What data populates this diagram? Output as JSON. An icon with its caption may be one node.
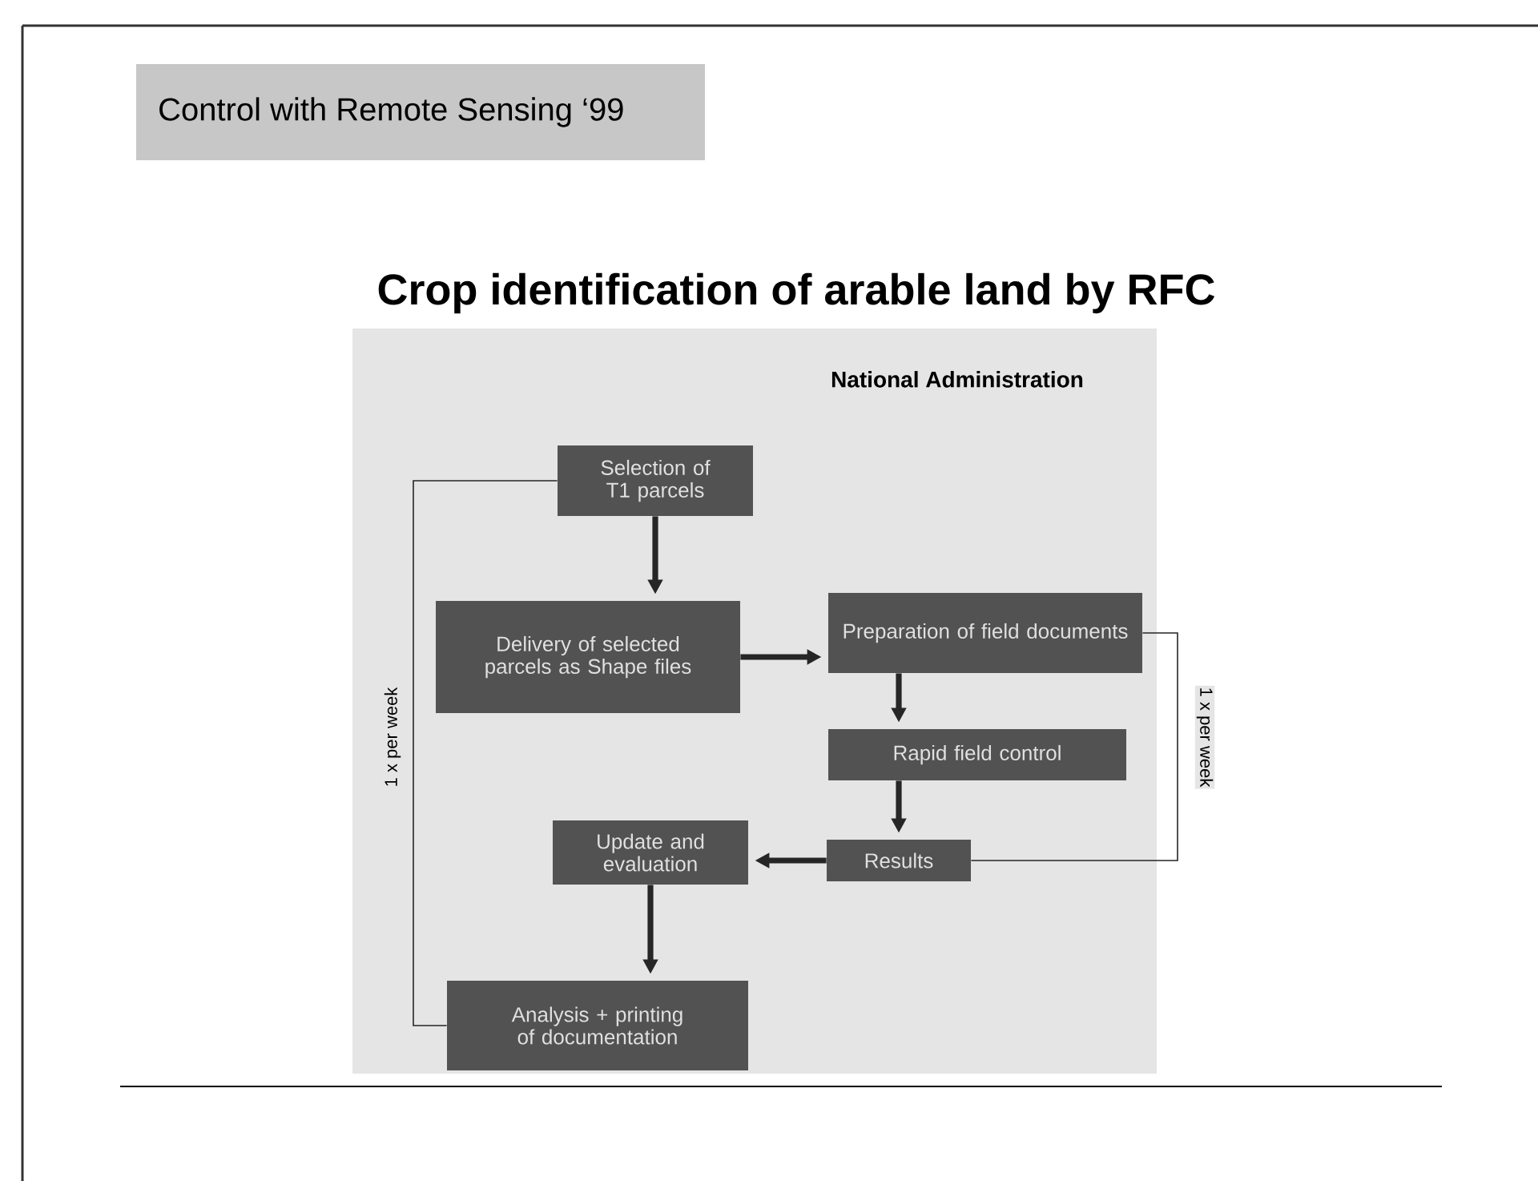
{
  "diagram": {
    "title": "Crop identification of arable land by RFC",
    "nodes": [
      {
        "text": [
          "Selection of T1 parcels"
        ]
      },
      {
        "text": [
          "Delivery of selected parcels as Shape files"
        ]
      },
      {
        "text": [
          "Preparation of field documents"
        ]
      },
      {
        "text": [
          "Rapid field control"
        ]
      },
      {
        "text": [
          "Update and evaluation"
        ]
      },
      {
        "text": [
          "Results"
        ]
      },
      {
        "text": [
          "Analysis + printing of documentation"
        ]
      }
    ],
    "edges": [
      {
        "from": 0,
        "to": 1,
        "arrow": "to"
      },
      {
        "from": 1,
        "to": 2,
        "arrow": "to"
      },
      {
        "from": 2,
        "to": 3,
        "arrow": "to"
      },
      {
        "from": 3,
        "to": 5,
        "arrow": "to"
      },
      {
        "from": 5,
        "to": 4,
        "arrow": "to"
      },
      {
        "from": 4,
        "to": 6,
        "arrow": "to"
      },
      {
        "from": 6,
        "to": 0,
        "arrow": "none",
        "label": "1 x per week"
      },
      {
        "from": 5,
        "to": 2,
        "arrow": "none",
        "label": "1 x per week"
      }
    ],
    "labels": [
      "Control with Remote Sensing ‘99",
      "National Administration"
    ]
  }
}
